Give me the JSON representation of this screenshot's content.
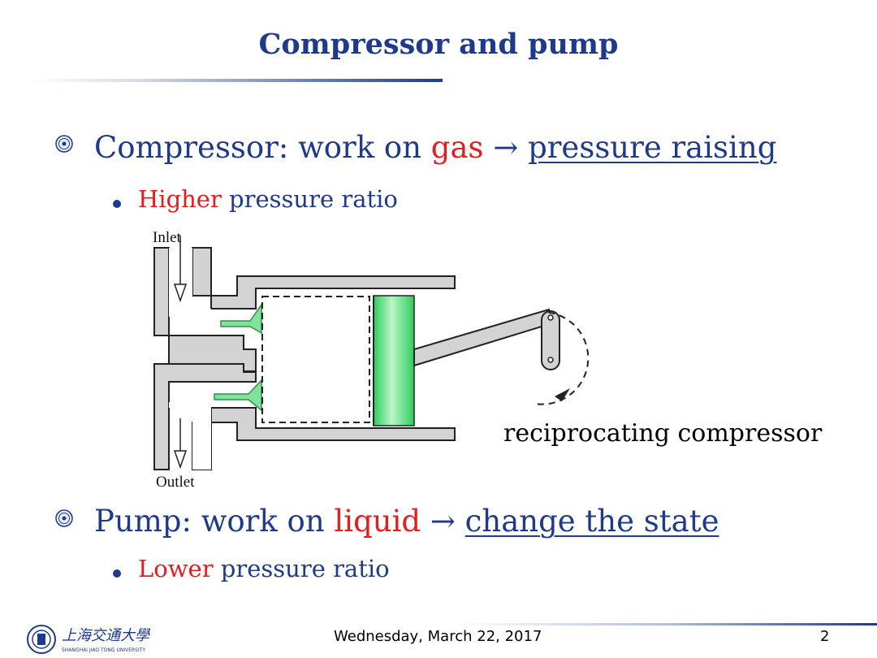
{
  "slide": {
    "title": "Compressor and pump"
  },
  "bullets": [
    {
      "prefix": "Compressor:  work on ",
      "highlight": "gas",
      "arrow": " → ",
      "underlined": "pressure raising",
      "sub": {
        "highlight": "Higher",
        "rest": " pressure ratio"
      }
    },
    {
      "prefix": "Pump: work on ",
      "highlight": "liquid",
      "arrow": " → ",
      "underlined": "change the state",
      "sub": {
        "highlight": "Lower",
        "rest": " pressure ratio"
      }
    }
  ],
  "diagram": {
    "inlet_label": "Inlet",
    "outlet_label": "Outlet",
    "caption": "reciprocating compressor"
  },
  "footer": {
    "date": "Wednesday, March 22, 2017",
    "page": "2",
    "logo_text": "上海交通大學",
    "logo_subtext": "SHANGHAI JIAO TONG UNIVERSITY"
  },
  "colors": {
    "title_blue": "#1f3a8a",
    "highlight_red": "#e81c1c",
    "piston_green": "#3ddc6a",
    "wall_gray": "#d3d3d3"
  }
}
